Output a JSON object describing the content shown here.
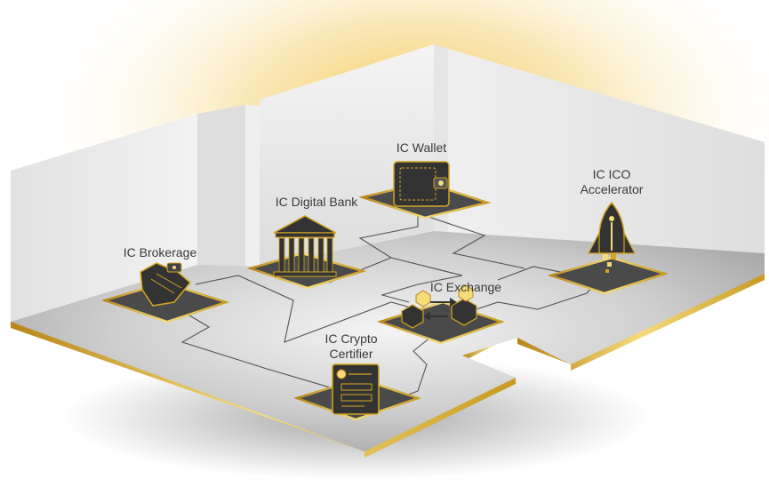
{
  "colors": {
    "glow": "#f2c64d",
    "wall_light": "#ececec",
    "wall_mid": "#cfcfcf",
    "floor": "#bdbdbd",
    "gold": "#d4a520",
    "gold_light": "#f5dc7a",
    "pit": "#4a4a4a",
    "icon_dark": "#333333",
    "label": "#3a3a3a"
  },
  "nodes": [
    {
      "id": "wallet",
      "label_lines": [
        "IC Wallet"
      ],
      "icon": "wallet-icon"
    },
    {
      "id": "digital-bank",
      "label_lines": [
        "IC Digital Bank"
      ],
      "icon": "bank-building-icon"
    },
    {
      "id": "ico-accelerator",
      "label_lines": [
        "IC ICO",
        "Accelerator"
      ],
      "icon": "rocket-icon"
    },
    {
      "id": "brokerage",
      "label_lines": [
        "IC Brokerage"
      ],
      "icon": "handshake-icon"
    },
    {
      "id": "exchange",
      "label_lines": [
        "IC Exchange"
      ],
      "icon": "exchange-arrows-icon"
    },
    {
      "id": "crypto-certifier",
      "label_lines": [
        "IC Crypto",
        "Certifier"
      ],
      "icon": "certificate-icon"
    }
  ]
}
